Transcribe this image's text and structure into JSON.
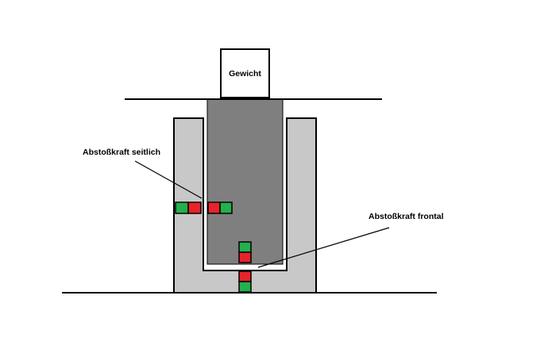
{
  "labels": {
    "weight": "Gewicht",
    "side_force": "Abstoßkraft seitlich",
    "front_force": "Abstoßkraft frontal"
  },
  "colors": {
    "housing": "#c8c8c8",
    "piston": "#7f7f7f",
    "magnet_north": "#e8232a",
    "magnet_south": "#22b14c",
    "outline": "#000000",
    "background": "#ffffff"
  }
}
